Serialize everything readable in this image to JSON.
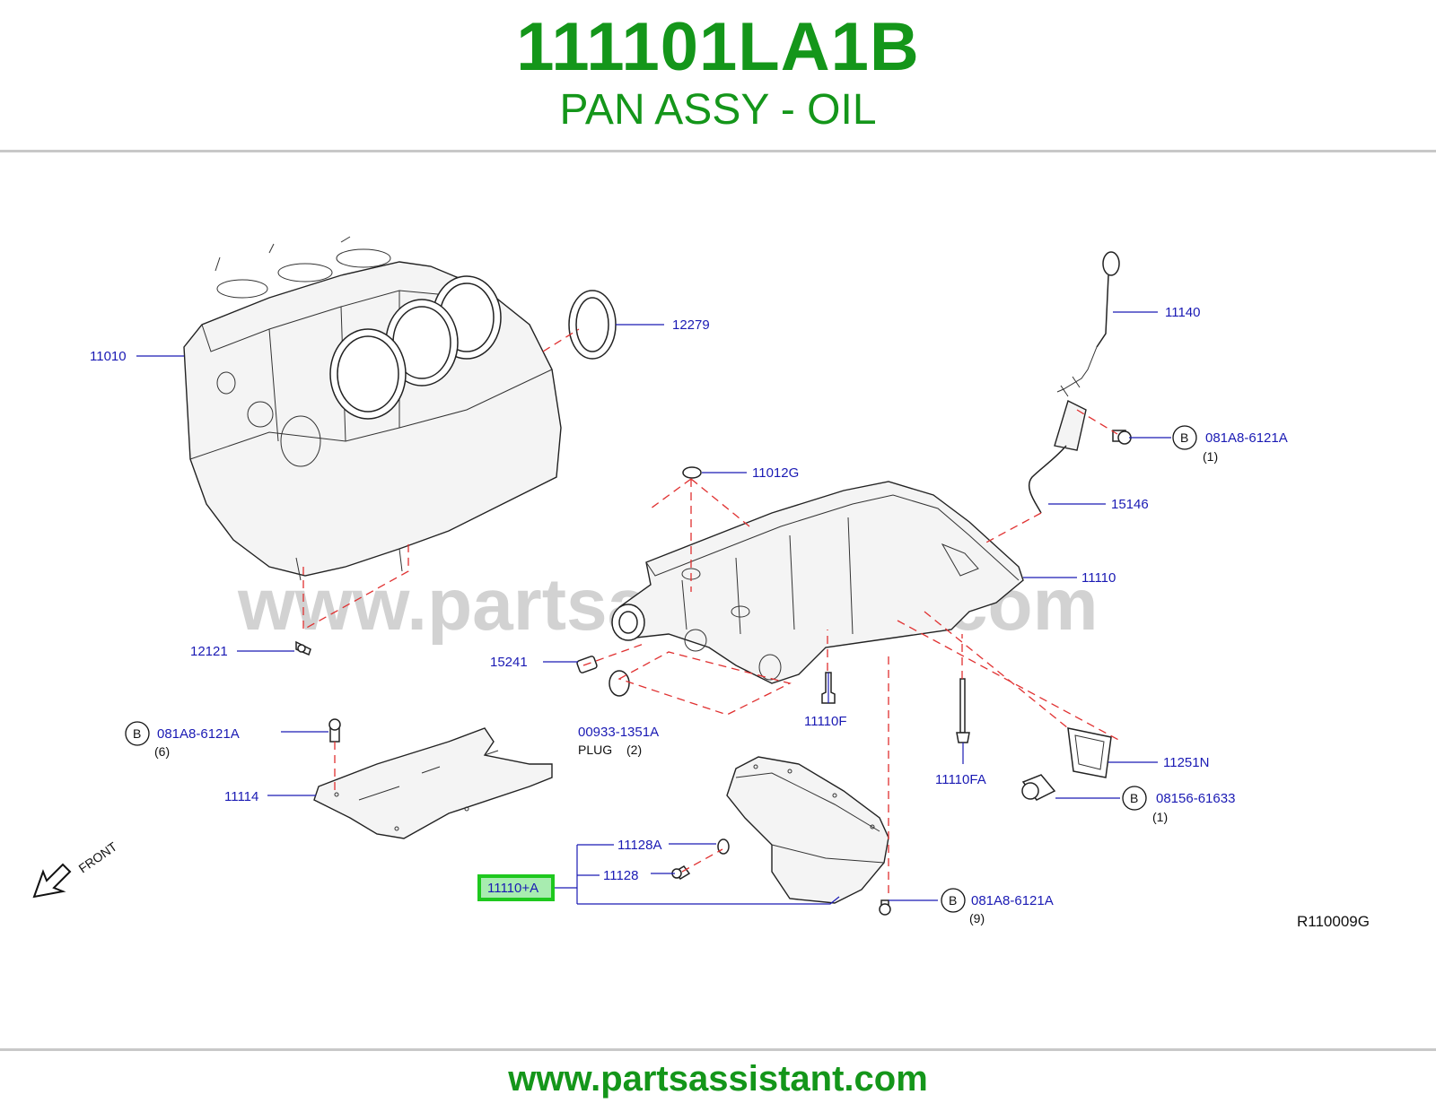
{
  "header": {
    "part_number": "111101LA1B",
    "part_name": "PAN ASSY - OIL"
  },
  "footer": {
    "url": "www.partsassistant.com"
  },
  "diagram": {
    "watermark": "www.partsassistant.com",
    "reference_code": "R110009G",
    "front_label": "FRONT",
    "plug_label": "PLUG",
    "highlight_color": "#1ec81e",
    "labels": {
      "block": "11010",
      "seal": "12279",
      "gauge": "11140",
      "bolt_top_code": "081A8-6121A",
      "bolt_top_qty": "(1)",
      "o_ring": "11012G",
      "guide": "15146",
      "upper_pan": "11110",
      "plug_12121": "12121",
      "part_15241": "15241",
      "plug_code": "00933-1351A",
      "plug_qty": "(2)",
      "stud_f": "11110F",
      "bolt_left_code": "081A8-6121A",
      "bolt_left_qty": "(6)",
      "baffle": "11114",
      "stud_fa": "11110FA",
      "gasket_n": "11251N",
      "bolt_right_code": "08156-61633",
      "bolt_right_qty": "(1)",
      "washer": "11128A",
      "drain_plug": "11128",
      "assy_highlight": "11110+A",
      "bolt_bottom_code": "081A8-6121A",
      "bolt_bottom_qty": "(9)",
      "b_marker": "B"
    }
  }
}
